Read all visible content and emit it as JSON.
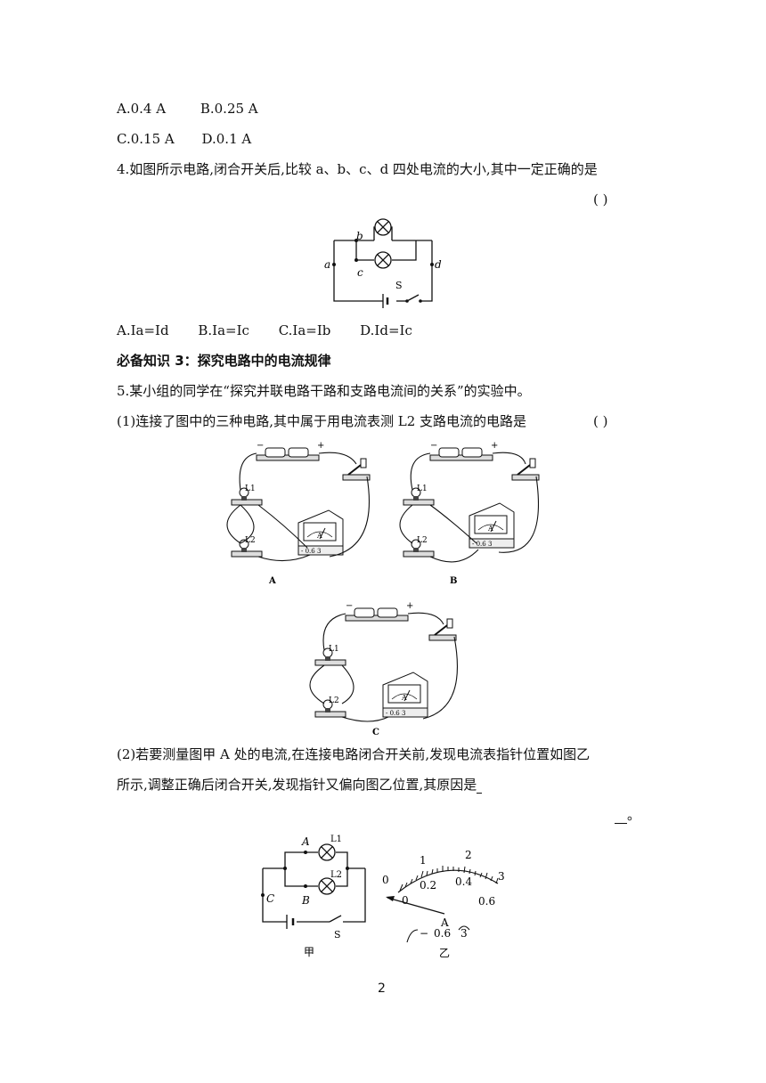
{
  "q3_options": {
    "row1": [
      "A.0.4 A",
      "B.0.25 A"
    ],
    "row2": [
      "C.0.15 A",
      "D.0.1 A"
    ]
  },
  "q4": {
    "stem": "4.如图所示电路,闭合开关后,比较 a、b、c、d 四处电流的大小,其中一定正确的是",
    "bracket": "(          )",
    "labels": {
      "a": "a",
      "b": "b",
      "c": "c",
      "d": "d",
      "s": "S"
    },
    "options": [
      "A.Ia=Id",
      "B.Ia=Ic",
      "C.Ia=Ib",
      "D.Id=Ic"
    ]
  },
  "section_title": "必备知识 3：探究电路中的电流规律",
  "q5": {
    "stem": "5.某小组的同学在“探究并联电路干路和支路电流间的关系”的实验中。",
    "part1": "(1)连接了图中的三种电路,其中属于用电流表测 L2 支路电流的电路是",
    "part1_bracket": "(          )",
    "figure_labels": {
      "A": "A",
      "B": "B",
      "C": "C",
      "L1": "L1",
      "L2": "L2",
      "minus": "−",
      "plus": "+",
      "meter": "A",
      "terminals": "- 0.6 3"
    },
    "part2_line1": "(2)若要测量图甲 A 处的电流,在连接电路闭合开关前,发现电流表指针位置如图乙",
    "part2_line2": "所示,调整正确后闭合开关,发现指针又偏向图乙位置,其原因是",
    "part2_end": "。",
    "jia_labels": {
      "A": "A",
      "B": "B",
      "C": "C",
      "L1": "L1",
      "L2": "L2",
      "S": "S",
      "caption": "甲"
    },
    "yi_labels": {
      "top_scale": [
        "0",
        "1",
        "2",
        "3"
      ],
      "bottom_scale": [
        "0",
        "0.2",
        "0.4",
        "0.6"
      ],
      "unit": "A",
      "terminals": [
        "−",
        "0.6",
        "3"
      ],
      "caption": "乙"
    }
  },
  "page_number": "2"
}
